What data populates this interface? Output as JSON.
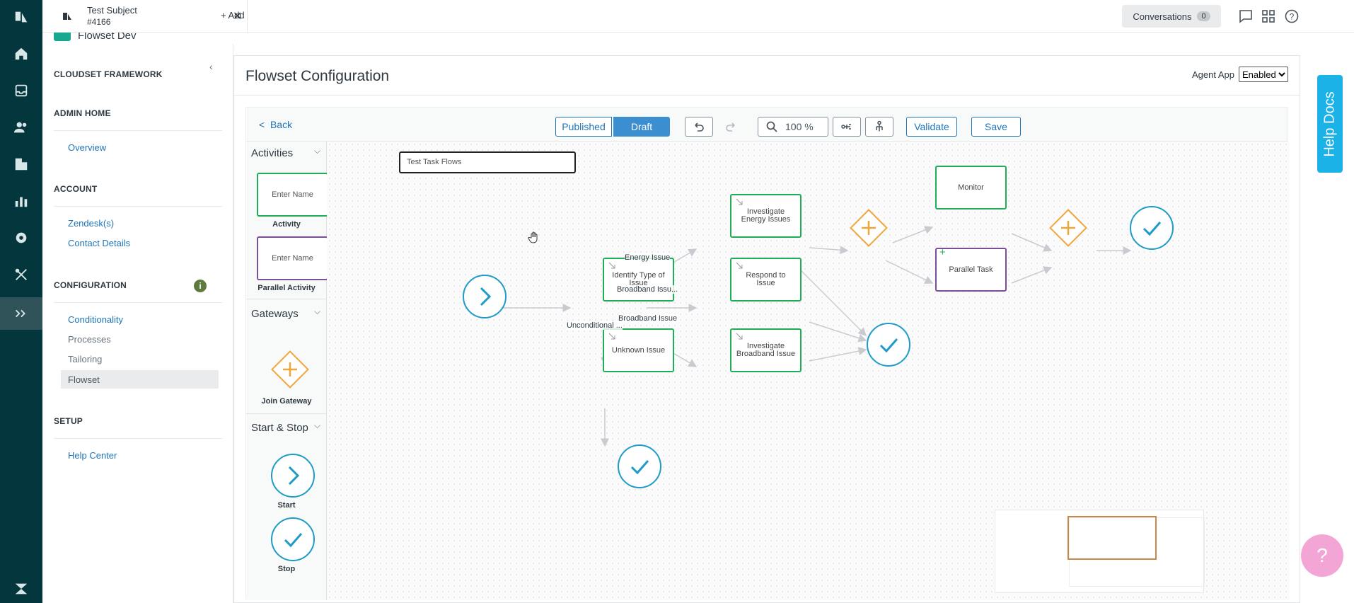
{
  "topbar": {
    "tab_title": "Test Subject",
    "tab_subtitle": "#4166",
    "add_label": "Add",
    "conversations_label": "Conversations",
    "conversations_count": "0"
  },
  "app": {
    "name": "Flowset Dev"
  },
  "sidebar": {
    "framework_heading": "CLOUDSET FRAMEWORK",
    "admin_home": "ADMIN HOME",
    "overview": "Overview",
    "account": "ACCOUNT",
    "zendesks": "Zendesk(s)",
    "contact_details": "Contact Details",
    "configuration": "CONFIGURATION",
    "conditionality": "Conditionality",
    "processes": "Processes",
    "tailoring": "Tailoring",
    "flowset": "Flowset",
    "setup": "SETUP",
    "help_center": "Help Center"
  },
  "main": {
    "title": "Flowset Configuration",
    "agent_app_label": "Agent App",
    "agent_app_value": "Enabled"
  },
  "toolbar": {
    "back": "Back",
    "published": "Published",
    "draft": "Draft",
    "zoom": "100 %",
    "validate": "Validate",
    "save": "Save"
  },
  "palette": {
    "activities": "Activities",
    "activity_placeholder": "Enter Name",
    "activity_label": "Activity",
    "parallel_placeholder": "Enter Name",
    "parallel_label": "Parallel Activity",
    "gateways": "Gateways",
    "join_gateway": "Join Gateway",
    "start_stop": "Start & Stop",
    "start": "Start",
    "stop": "Stop"
  },
  "canvas": {
    "flow_name": "Test Task Flows",
    "nodes": {
      "identify": "Identify Type of Issue",
      "investigate_energy": "Investigate Energy Issues",
      "respond": "Respond to Issue",
      "investigate_broadband": "Investigate Broadband Issue",
      "unknown": "Unknown Issue",
      "monitor": "Monitor",
      "parallel_task": "Parallel Task"
    },
    "edges": {
      "energy": "Energy Issue",
      "broadband_trunc": "Broadband Issu...",
      "broadband": "Broadband Issue",
      "unconditional": "Unconditional ..."
    }
  },
  "help": {
    "docs": "Help Docs"
  },
  "colors": {
    "rail": "#03363d",
    "activity": "#1fae56",
    "parallel": "#7a4f9a",
    "gateway": "#f0a63b",
    "start_stop": "#1f9bc8"
  }
}
